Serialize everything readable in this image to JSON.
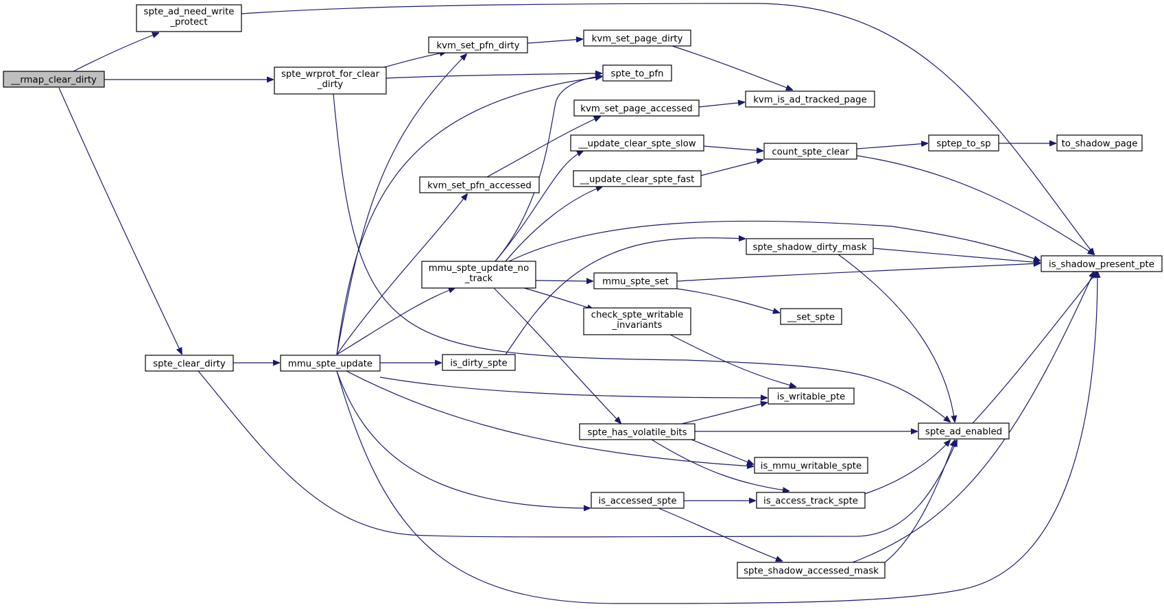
{
  "colors": {
    "edge": "#191970",
    "root_fill": "#bfbfbf",
    "node_fill": "#ffffff",
    "node_stroke": "#000000"
  },
  "nodes": [
    {
      "id": "n_rmap",
      "lines": [
        "__rmap_clear_dirty"
      ],
      "root": true
    },
    {
      "id": "n_adwp",
      "lines": [
        "spte_ad_need_write",
        "_protect"
      ]
    },
    {
      "id": "n_wrprot",
      "lines": [
        "spte_wrprot_for_clear",
        "_dirty"
      ]
    },
    {
      "id": "n_clear",
      "lines": [
        "spte_clear_dirty"
      ]
    },
    {
      "id": "n_isshadow",
      "lines": [
        "is_shadow_present_pte"
      ]
    },
    {
      "id": "n_pfndirty",
      "lines": [
        "kvm_set_pfn_dirty"
      ]
    },
    {
      "id": "n_topfn",
      "lines": [
        "spte_to_pfn"
      ]
    },
    {
      "id": "n_adenabled",
      "lines": [
        "spte_ad_enabled"
      ]
    },
    {
      "id": "n_pagedirty",
      "lines": [
        "kvm_set_page_dirty"
      ]
    },
    {
      "id": "n_adtracked",
      "lines": [
        "kvm_is_ad_tracked_page"
      ]
    },
    {
      "id": "n_mmuupdate",
      "lines": [
        "mmu_spte_update"
      ]
    },
    {
      "id": "n_pfnacc",
      "lines": [
        "kvm_set_pfn_accessed"
      ]
    },
    {
      "id": "n_notrack",
      "lines": [
        "mmu_spte_update_no",
        "_track"
      ]
    },
    {
      "id": "n_isdirty",
      "lines": [
        "is_dirty_spte"
      ]
    },
    {
      "id": "n_writable",
      "lines": [
        "is_writable_pte"
      ]
    },
    {
      "id": "n_volatile",
      "lines": [
        "spte_has_volatile_bits"
      ]
    },
    {
      "id": "n_mmuwritable",
      "lines": [
        "is_mmu_writable_spte"
      ]
    },
    {
      "id": "n_accessed",
      "lines": [
        "is_accessed_spte"
      ]
    },
    {
      "id": "n_pageacc",
      "lines": [
        "kvm_set_page_accessed"
      ]
    },
    {
      "id": "n_slow",
      "lines": [
        "__update_clear_spte_slow"
      ]
    },
    {
      "id": "n_fast",
      "lines": [
        "__update_clear_spte_fast"
      ]
    },
    {
      "id": "n_dirtymask",
      "lines": [
        "spte_shadow_dirty_mask"
      ]
    },
    {
      "id": "n_set",
      "lines": [
        "mmu_spte_set"
      ]
    },
    {
      "id": "n_checkinv",
      "lines": [
        "check_spte_writable",
        "_invariants"
      ]
    },
    {
      "id": "n_count",
      "lines": [
        "count_spte_clear"
      ]
    },
    {
      "id": "n_sptep",
      "lines": [
        "sptep_to_sp"
      ]
    },
    {
      "id": "n_toshadow",
      "lines": [
        "to_shadow_page"
      ]
    },
    {
      "id": "n_setspte",
      "lines": [
        "__set_spte"
      ]
    },
    {
      "id": "n_acctrack",
      "lines": [
        "is_access_track_spte"
      ]
    },
    {
      "id": "n_accmask",
      "lines": [
        "spte_shadow_accessed_mask"
      ]
    }
  ],
  "edges": [
    [
      "n_rmap",
      "n_adwp"
    ],
    [
      "n_rmap",
      "n_wrprot"
    ],
    [
      "n_rmap",
      "n_clear"
    ],
    [
      "n_adwp",
      "n_isshadow"
    ],
    [
      "n_wrprot",
      "n_pfndirty"
    ],
    [
      "n_wrprot",
      "n_topfn"
    ],
    [
      "n_wrprot",
      "n_adenabled"
    ],
    [
      "n_pfndirty",
      "n_pagedirty"
    ],
    [
      "n_pagedirty",
      "n_adtracked"
    ],
    [
      "n_pageacc",
      "n_adtracked"
    ],
    [
      "n_pfnacc",
      "n_pageacc"
    ],
    [
      "n_clear",
      "n_mmuupdate"
    ],
    [
      "n_clear",
      "n_adenabled"
    ],
    [
      "n_mmuupdate",
      "n_pfndirty"
    ],
    [
      "n_mmuupdate",
      "n_topfn"
    ],
    [
      "n_mmuupdate",
      "n_pfnacc"
    ],
    [
      "n_mmuupdate",
      "n_notrack"
    ],
    [
      "n_mmuupdate",
      "n_isdirty"
    ],
    [
      "n_mmuupdate",
      "n_writable"
    ],
    [
      "n_mmuupdate",
      "n_mmuwritable"
    ],
    [
      "n_mmuupdate",
      "n_accessed"
    ],
    [
      "n_mmuupdate",
      "n_isshadow"
    ],
    [
      "n_notrack",
      "n_topfn"
    ],
    [
      "n_notrack",
      "n_slow"
    ],
    [
      "n_notrack",
      "n_fast"
    ],
    [
      "n_notrack",
      "n_isshadow"
    ],
    [
      "n_notrack",
      "n_set"
    ],
    [
      "n_notrack",
      "n_checkinv"
    ],
    [
      "n_notrack",
      "n_volatile"
    ],
    [
      "n_isdirty",
      "n_dirtymask"
    ],
    [
      "n_slow",
      "n_count"
    ],
    [
      "n_fast",
      "n_count"
    ],
    [
      "n_count",
      "n_sptep"
    ],
    [
      "n_count",
      "n_isshadow"
    ],
    [
      "n_sptep",
      "n_toshadow"
    ],
    [
      "n_dirtymask",
      "n_isshadow"
    ],
    [
      "n_dirtymask",
      "n_adenabled"
    ],
    [
      "n_set",
      "n_isshadow"
    ],
    [
      "n_set",
      "n_setspte"
    ],
    [
      "n_checkinv",
      "n_writable"
    ],
    [
      "n_volatile",
      "n_writable"
    ],
    [
      "n_volatile",
      "n_adenabled"
    ],
    [
      "n_volatile",
      "n_mmuwritable"
    ],
    [
      "n_volatile",
      "n_acctrack"
    ],
    [
      "n_accessed",
      "n_acctrack"
    ],
    [
      "n_accessed",
      "n_accmask"
    ],
    [
      "n_acctrack",
      "n_adenabled"
    ],
    [
      "n_accmask",
      "n_adenabled"
    ],
    [
      "n_accmask",
      "n_isshadow"
    ],
    [
      "n_adenabled",
      "n_isshadow"
    ]
  ]
}
